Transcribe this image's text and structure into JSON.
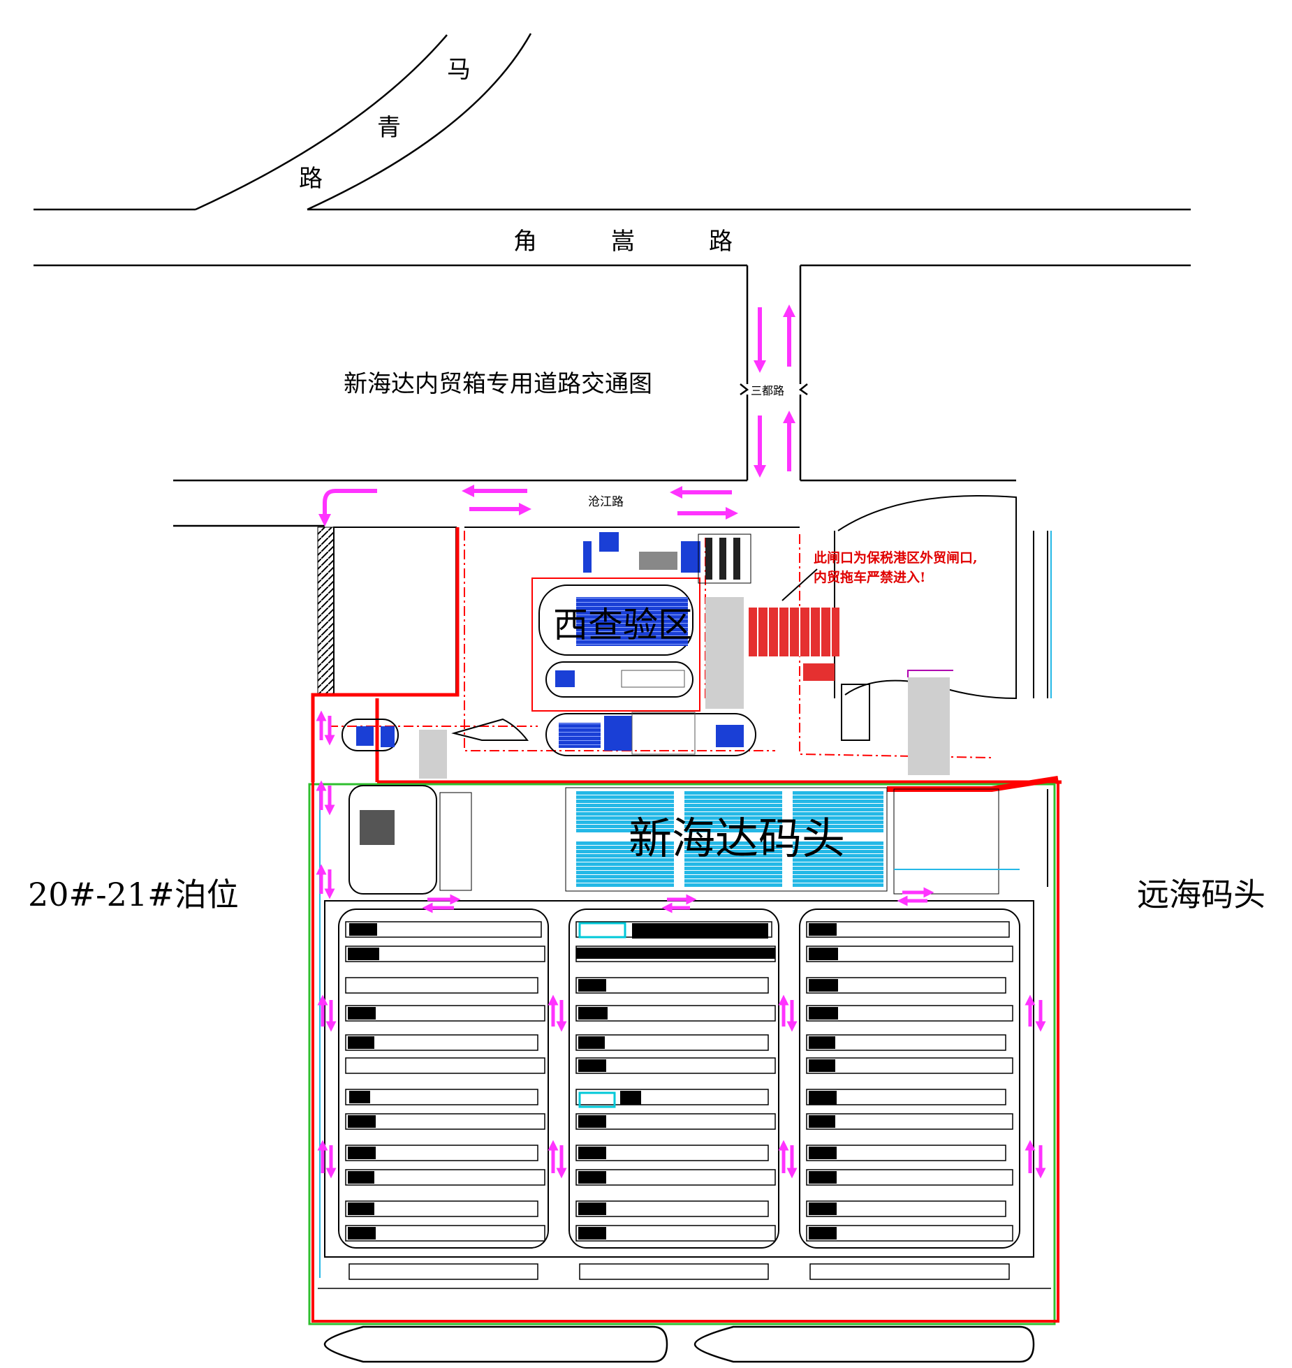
{
  "title": "新海达内贸箱专用道路交通图",
  "roads": {
    "maqing_chars": [
      "马",
      "青",
      "路"
    ],
    "jiaosong_chars": [
      "角",
      "嵩",
      "路"
    ],
    "sandu": "三都路",
    "cangjiang": "沧江路"
  },
  "areas": {
    "west_inspection": "西查验区",
    "terminal": "新海达码头",
    "left_berth": "20#-21#泊位",
    "right_terminal": "远海码头"
  },
  "notice": {
    "line1": "此闸口为保税港区外贸闸口,",
    "line2": "内贸拖车严禁进入!"
  },
  "colors": {
    "road_line": "#000000",
    "arrow": "#ff33ff",
    "boundary": "#ff0000",
    "inspection_block": "#1a3fd6",
    "terminal_block": "#24b8e6",
    "green_line": "#2fbf2f",
    "notice_text": "#e00000"
  },
  "icons": [
    "traffic-arrow-icon",
    "ship-icon"
  ]
}
